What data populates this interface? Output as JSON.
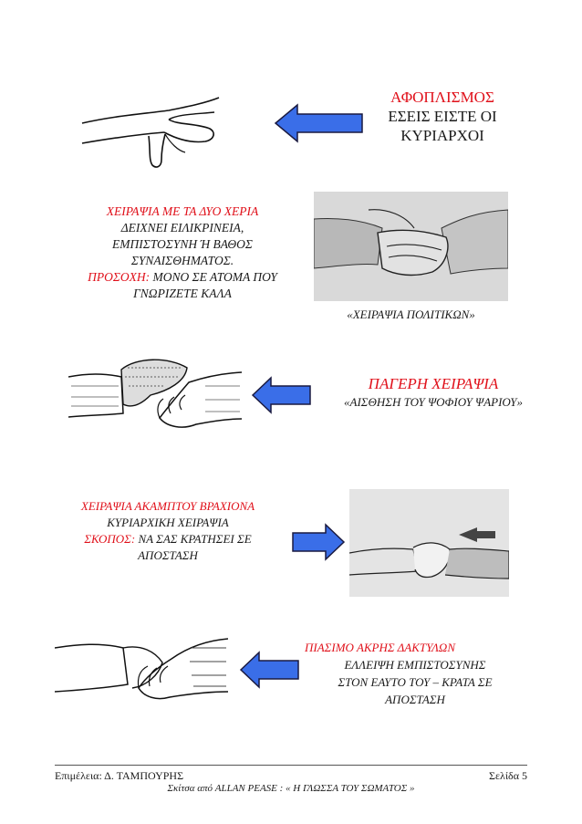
{
  "sections": [
    {
      "title": "ΑΦΟΠΛΙΣΜΟΣ",
      "lines": [
        "ΕΣΕΙΣ ΕΙΣΤΕ ΟΙ",
        "ΚΥΡΙΑΡΧΟΙ"
      ]
    },
    {
      "title": "ΧΕΙΡΑΨΙΑ ΜΕ ΤΑ ΔΥΟ ΧΕΡΙΑ",
      "lines": [
        "ΔΕΙΧΝΕΙ ΕΙΛΙΚΡΙΝΕΙΑ,",
        "ΕΜΠΙΣΤΟΣΥΝΗ Ή ΒΑΘΟΣ",
        "ΣΥΝΑΙΣΘΗΜΑΤΟΣ."
      ],
      "warning_label": "ΠΡΟΣΟΧΗ:",
      "warning_text": " ΜΟΝΟ ΣΕ ΑΤΟΜΑ ΠΟΥ",
      "warning_line2": "ΓΝΩΡΙΖΕΤΕ ΚΑΛΑ",
      "caption": "«ΧΕΙΡΑΨΙΑ ΠΟΛΙΤΙΚΩΝ»"
    },
    {
      "title": "ΠΑΓΕΡΗ ΧΕΙΡΑΨΙΑ",
      "subtitle": "«ΑΙΣΘΗΣΗ ΤΟΥ ΨΟΦΙΟΥ ΨΑΡΙΟΥ»"
    },
    {
      "title": "ΧΕΙΡΑΨΙΑ ΑΚΑΜΠΤΟΥ ΒΡΑΧΙΟΝΑ",
      "line1": "ΚΥΡΙΑΡΧΙΚΗ ΧΕΙΡΑΨΙΑ",
      "purpose_label": "ΣΚΟΠΟΣ:",
      "purpose_text": " ΝΑ ΣΑΣ ΚΡΑΤΗΣΕΙ  ΣΕ",
      "purpose_line2": "ΑΠΟΣΤΑΣΗ"
    },
    {
      "title": "ΠΙΑΣΙΜΟ ΑΚΡΗΣ ΔΑΚΤΥΛΩΝ",
      "lines": [
        "ΕΛΛΕΙΨΗ ΕΜΠΙΣΤΟΣΥΝΗΣ",
        "ΣΤΟΝ ΕΑΥΤΟ ΤΟΥ – ΚΡΑΤΑ ΣΕ",
        "ΑΠΟΣΤΑΣΗ"
      ]
    }
  ],
  "footer": {
    "editor": "Επιμέλεια: Δ. ΤΑΜΠΟΥΡΗΣ",
    "page": "Σελίδα 5",
    "source": "Σκίτσα από ALLAN PEASE : « Η ΓΛΩΣΣΑ ΤΟΥ ΣΩΜΑΤΟΣ »"
  },
  "colors": {
    "accent_red": "#e0101a",
    "arrow_blue": "#3a6ee8",
    "arrow_outline": "#1a1a40"
  }
}
